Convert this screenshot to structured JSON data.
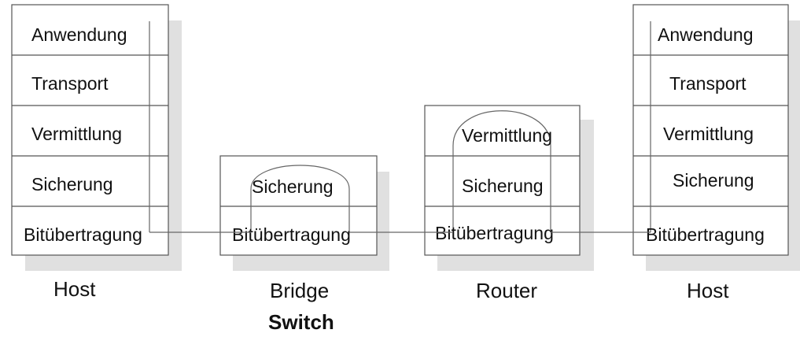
{
  "devices": [
    {
      "id": "host-left",
      "label": "Host",
      "sublabel": "",
      "layers": [
        "Anwendung",
        "Transport",
        "Vermittlung",
        "Sicherung",
        "Bitübertragung"
      ]
    },
    {
      "id": "bridge",
      "label": "Bridge",
      "sublabel": "Switch",
      "layers": [
        "Sicherung",
        "Bitübertragung"
      ]
    },
    {
      "id": "router",
      "label": "Router",
      "sublabel": "",
      "layers": [
        "Vermittlung",
        "Sicherung",
        "Bitübertragung"
      ]
    },
    {
      "id": "host-right",
      "label": "Host",
      "sublabel": "",
      "layers": [
        "Anwendung",
        "Transport",
        "Vermittlung",
        "Sicherung",
        "Bitübertragung"
      ]
    }
  ],
  "colors": {
    "shadow": "#e0e0e0",
    "line": "#666666",
    "box_border": "#555555",
    "text": "#111111"
  }
}
